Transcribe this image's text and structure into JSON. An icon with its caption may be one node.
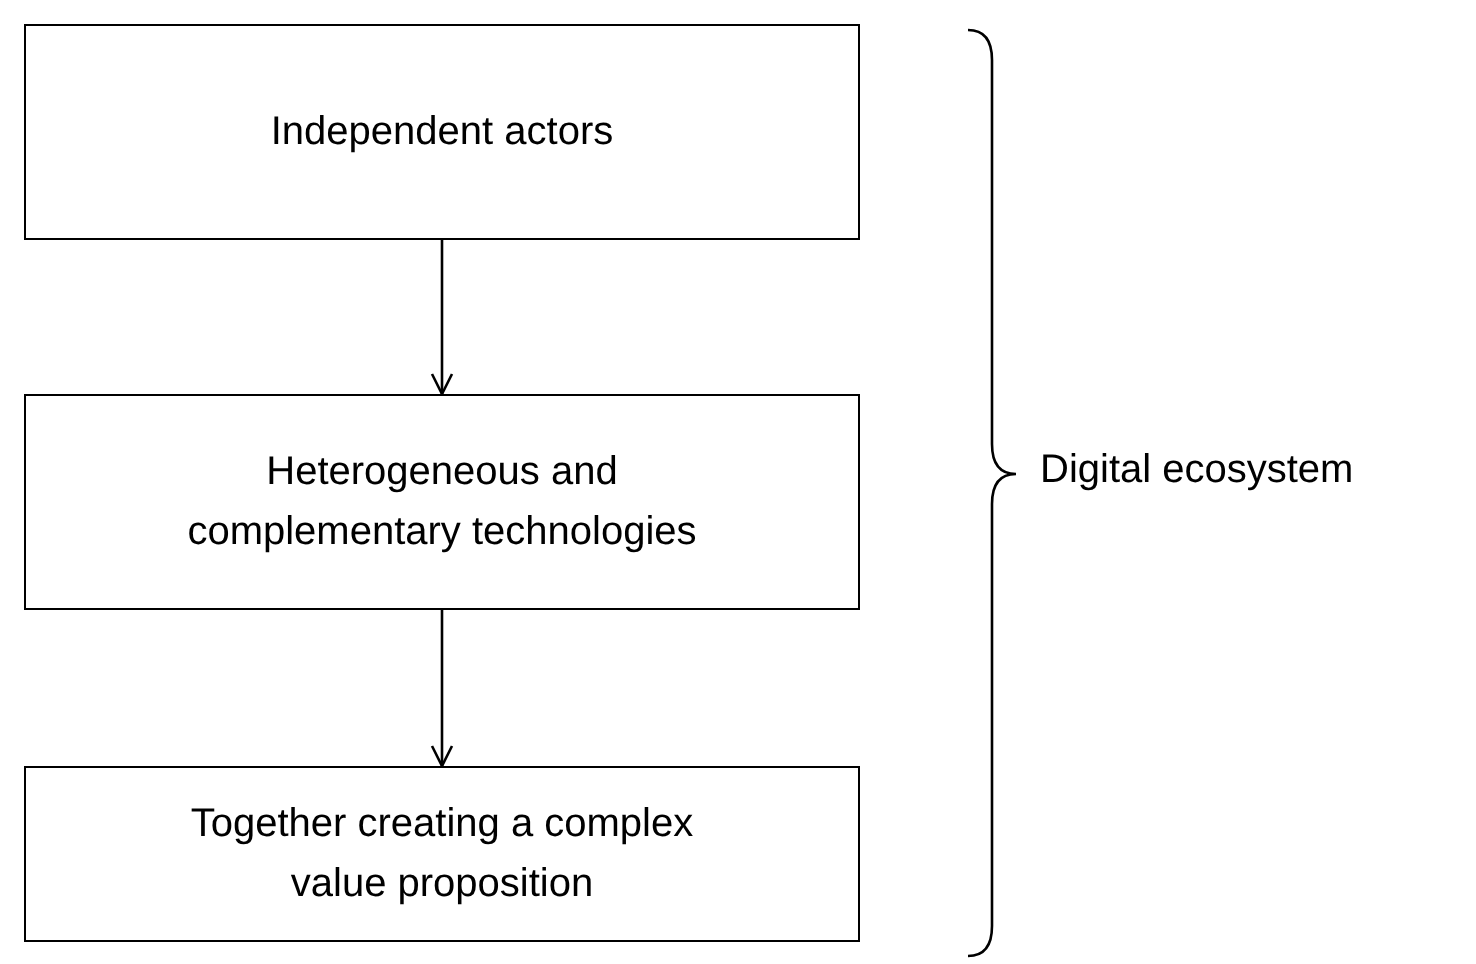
{
  "diagram": {
    "nodes": [
      {
        "text": [
          "Independent actors"
        ]
      },
      {
        "text": [
          "Heterogeneous and complementary technologies"
        ]
      },
      {
        "text": [
          "Together creating a complex value proposition"
        ]
      }
    ],
    "edges": [
      {
        "from": 0,
        "to": 1,
        "arrow": "to"
      },
      {
        "from": 1,
        "to": 2,
        "arrow": "to"
      }
    ],
    "labels": [
      "Digital ecosystem"
    ]
  }
}
